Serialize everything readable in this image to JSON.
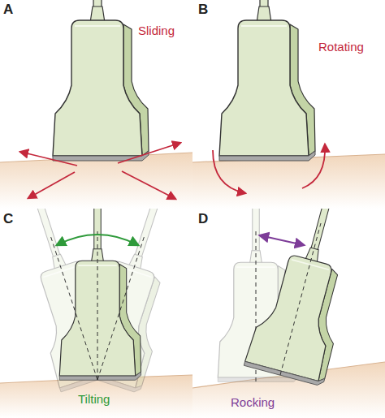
{
  "diagram": {
    "labels": [
      "A",
      "Sliding",
      "B",
      "Rotating",
      "C",
      "Tilting",
      "D",
      "Rocking"
    ]
  }
}
